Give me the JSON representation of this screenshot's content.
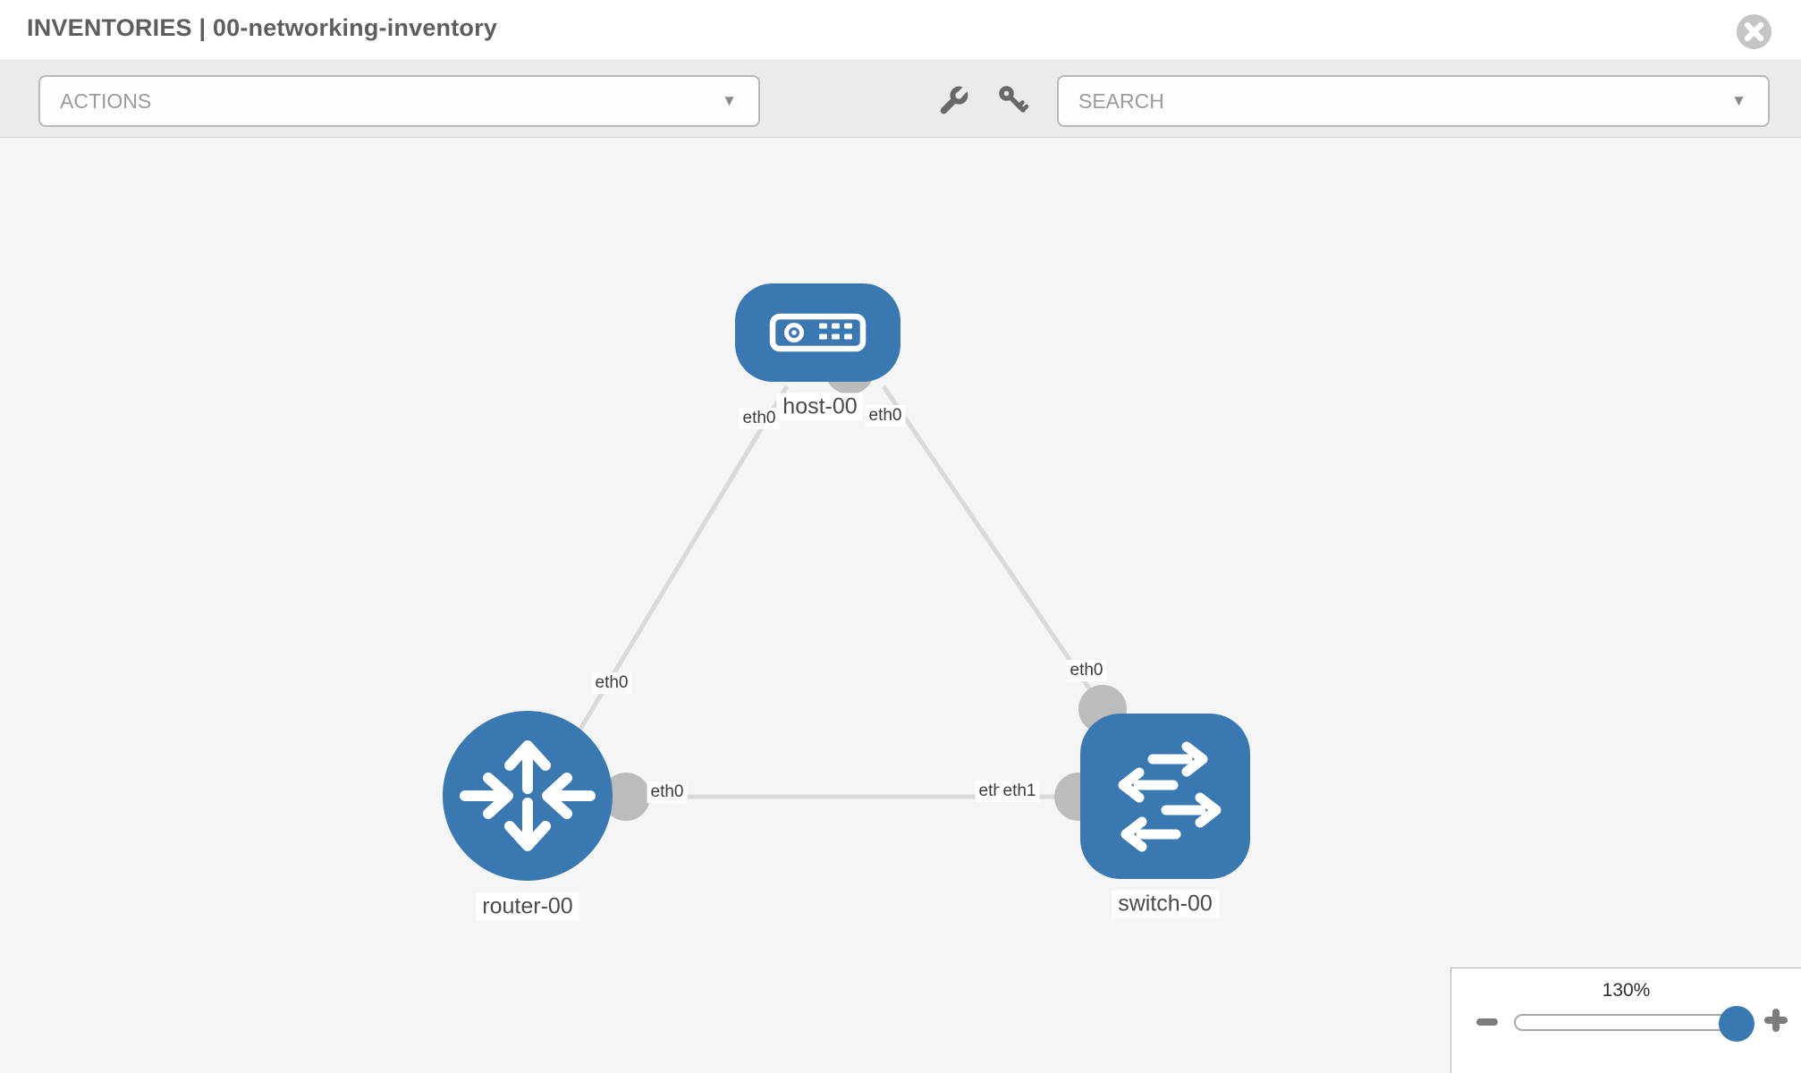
{
  "header": {
    "title": "INVENTORIES | 00-networking-inventory",
    "close_icon": "x-circle-icon"
  },
  "toolbar": {
    "actions": {
      "label": "ACTIONS",
      "caret": "▼"
    },
    "search": {
      "placeholder": "SEARCH",
      "caret": "▼"
    },
    "tools": [
      {
        "icon": "wrench-icon"
      },
      {
        "icon": "key-icon"
      }
    ]
  },
  "graph": {
    "nodes": [
      {
        "id": "host-00",
        "type": "host",
        "label": "host-00"
      },
      {
        "id": "router-00",
        "type": "router",
        "label": "router-00"
      },
      {
        "id": "switch-00",
        "type": "switch",
        "label": "switch-00"
      }
    ],
    "links": [
      {
        "from": "host-00",
        "to": "router-00",
        "from_iface": "eth0",
        "to_iface": "eth0"
      },
      {
        "from": "host-00",
        "to": "switch-00",
        "from_iface": "eth0",
        "to_iface": "eth0"
      },
      {
        "from": "router-00",
        "to": "switch-00",
        "from_iface": "eth0",
        "to_iface": "eth1"
      }
    ]
  },
  "zoom_control": {
    "level": "130%",
    "icons": [
      "zoom-out-icon",
      "zoom-in-icon"
    ]
  },
  "colors": {
    "node_blue": "#3a78b2",
    "connector_gray": "#bcbcbc",
    "link_gray": "#d9d9d9",
    "toolbar_bg": "#ebebeb",
    "canvas_bg": "#f5f5f5"
  }
}
